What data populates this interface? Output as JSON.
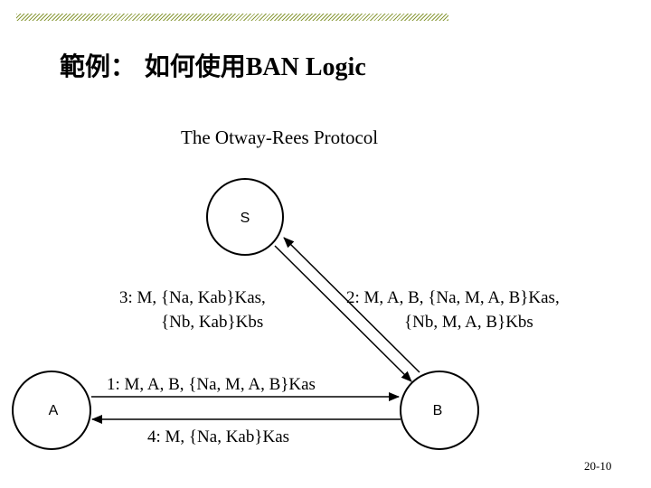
{
  "slide": {
    "title_cjk": "範例： 如何使用",
    "title_latin": "BAN Logic",
    "subtitle": "The Otway-Rees Protocol",
    "page_number": "20-10"
  },
  "diagram": {
    "nodes": {
      "s": "S",
      "a": "A",
      "b": "B"
    },
    "messages": {
      "m1": "1: M, A, B, {Na, M, A, B}Kas",
      "m2_line1": "2: M, A, B, {Na, M, A, B}Kas,",
      "m2_line2": "{Nb, M, A, B}Kbs",
      "m3_line1": "3: M, {Na, Kab}Kas,",
      "m3_line2": "{Nb, Kab}Kbs",
      "m4": "4: M, {Na, Kab}Kas"
    }
  }
}
